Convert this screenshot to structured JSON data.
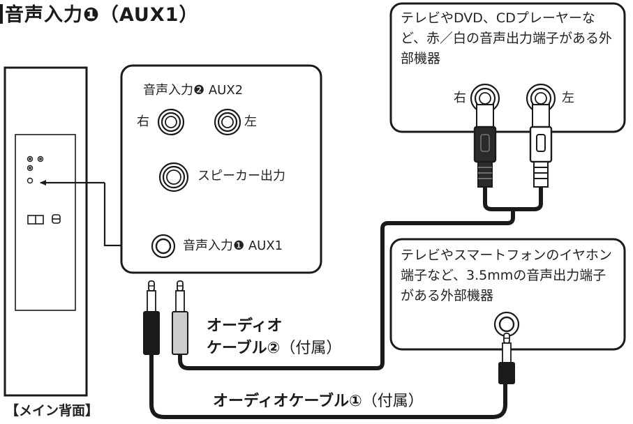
{
  "title": "音声入力❶（AUX1）",
  "caption": "【メイン背面】",
  "panel": {
    "aux2_label": "音声入力❷ AUX2",
    "right": "右",
    "left": "左",
    "speaker_out": "スピーカー出力",
    "aux1_label": "音声入力❶ AUX1"
  },
  "rca_device": {
    "description": "テレビやDVD、CDプレーヤーなど、赤／白の音声出力端子がある外部機器",
    "right": "右",
    "left": "左"
  },
  "mini_device": {
    "description": "テレビやスマートフォンのイヤホン端子など、3.5mmの音声出力端子がある外部機器"
  },
  "cable2": {
    "line1": "オーディオ",
    "name": "ケーブル②",
    "note": "（付属）"
  },
  "cable1": {
    "name": "オーディオケーブル①",
    "note": "（付属）"
  },
  "colors": {
    "ink": "#1a1a1a",
    "panel_bg": "#ffffff",
    "jack_ring": "#222222"
  }
}
